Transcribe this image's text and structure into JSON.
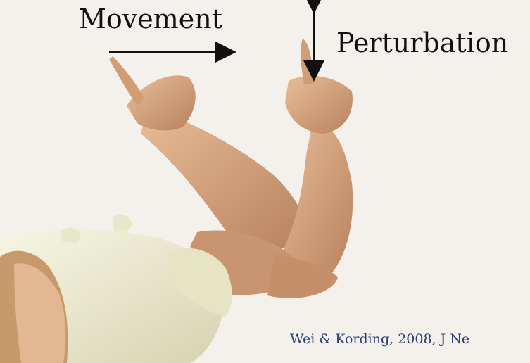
{
  "labels": {
    "movement": "Movement",
    "perturbation": "Perturbation",
    "citation": "Wei & Kording, 2008, J Ne"
  },
  "icons": {
    "movement_arrow": "arrow-right-icon",
    "perturbation_arrow": "arrow-up-down-icon"
  },
  "colors": {
    "background": "#f4f1ec",
    "skin": "#d9a57c",
    "shirt": "#efeed3",
    "citation_text": "#2a3f7a"
  }
}
